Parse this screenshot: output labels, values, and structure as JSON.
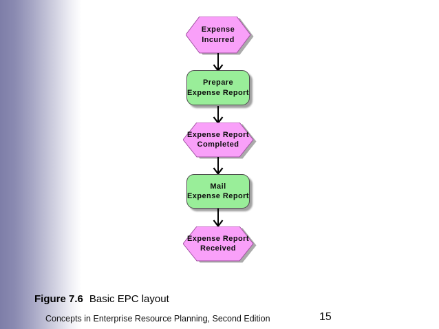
{
  "slide": {
    "caption": {
      "figure_label": "Figure 7.6",
      "figure_title": "Basic EPC layout"
    },
    "footer": {
      "book_title": "Concepts in Enterprise Resource Planning, Second Edition",
      "page_number": "15"
    }
  },
  "flowchart": {
    "type": "epc-process-chain",
    "colors": {
      "event_fill": "#f9a0f9",
      "event_border": "#a050a0",
      "function_fill": "#99ee99",
      "function_border": "#4c4c4c",
      "shadow": "#a2a2a2",
      "connector": "#000000",
      "left_band_accent": "#7e7ea8"
    },
    "nodes": [
      {
        "id": "event-expense-incurred",
        "type": "event",
        "lines": [
          "Expense",
          "Incurred"
        ]
      },
      {
        "id": "function-prepare-expense-report",
        "type": "function",
        "lines": [
          "Prepare",
          "Expense Report"
        ]
      },
      {
        "id": "event-expense-report-completed",
        "type": "event",
        "lines": [
          "Expense Report",
          "Completed"
        ]
      },
      {
        "id": "function-mail-expense-report",
        "type": "function",
        "lines": [
          "Mail",
          "Expense Report"
        ]
      },
      {
        "id": "event-expense-report-received",
        "type": "event",
        "lines": [
          "Expense Report",
          "Received"
        ]
      }
    ],
    "connections": [
      {
        "from": "event-expense-incurred",
        "to": "function-prepare-expense-report"
      },
      {
        "from": "function-prepare-expense-report",
        "to": "event-expense-report-completed"
      },
      {
        "from": "event-expense-report-completed",
        "to": "function-mail-expense-report"
      },
      {
        "from": "function-mail-expense-report",
        "to": "event-expense-report-received"
      }
    ]
  }
}
